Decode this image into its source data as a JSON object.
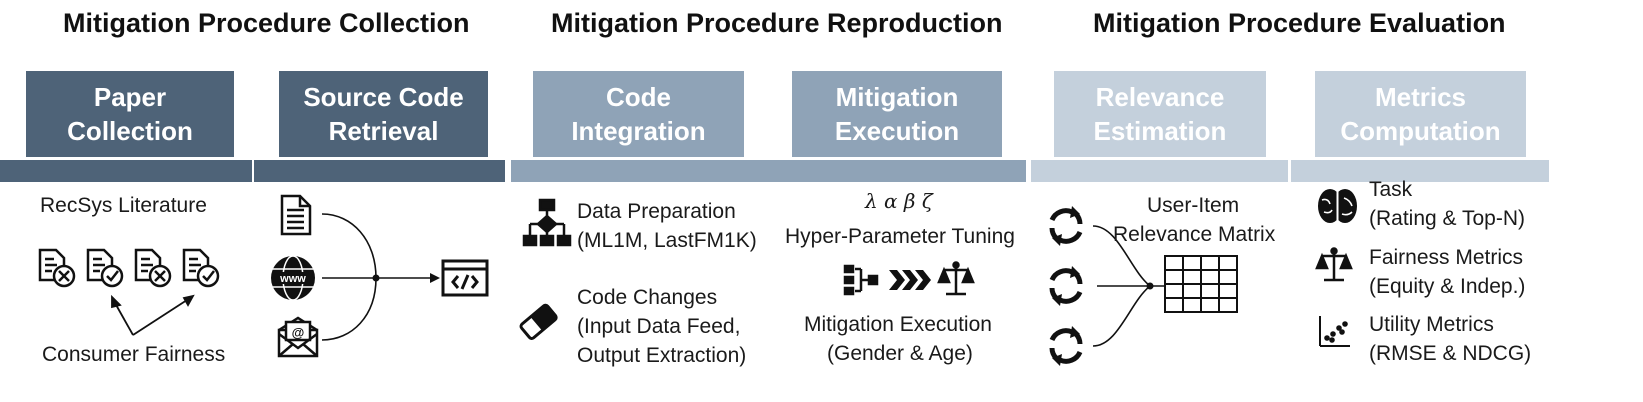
{
  "phases": [
    {
      "title": "Mitigation Procedure Collection"
    },
    {
      "title": "Mitigation Procedure Reproduction"
    },
    {
      "title": "Mitigation Procedure Evaluation"
    }
  ],
  "steps": [
    {
      "line1": "Paper",
      "line2": "Collection"
    },
    {
      "line1": "Source Code",
      "line2": "Retrieval"
    },
    {
      "line1": "Code",
      "line2": "Integration"
    },
    {
      "line1": "Mitigation",
      "line2": "Execution"
    },
    {
      "line1": "Relevance",
      "line2": "Estimation"
    },
    {
      "line1": "Metrics",
      "line2": "Computation"
    }
  ],
  "paper": {
    "literature": "RecSys Literature",
    "consumer": "Consumer Fairness"
  },
  "integration": {
    "data_title": "Data Preparation",
    "data_detail": "(ML1M, LastFM1K)",
    "code_title": "Code Changes",
    "code_detail1": "(Input Data Feed,",
    "code_detail2": "Output Extraction)"
  },
  "execution": {
    "greek": "λ α β ζ",
    "tuning": "Hyper-Parameter Tuning",
    "mitigation": "Mitigation Execution",
    "groups": "(Gender & Age)"
  },
  "relevance": {
    "line1": "User-Item",
    "line2": "Relevance Matrix"
  },
  "metrics": {
    "task_title": "Task",
    "task_detail": "(Rating & Top-N)",
    "fairness_title": "Fairness Metrics",
    "fairness_detail": "(Equity & Indep.)",
    "utility_title": "Utility Metrics",
    "utility_detail": "(RMSE & NDCG)"
  },
  "colors": {
    "collection": "#4e6378",
    "reproduction": "#8fa3b7",
    "evaluation": "#c4d0dc"
  }
}
